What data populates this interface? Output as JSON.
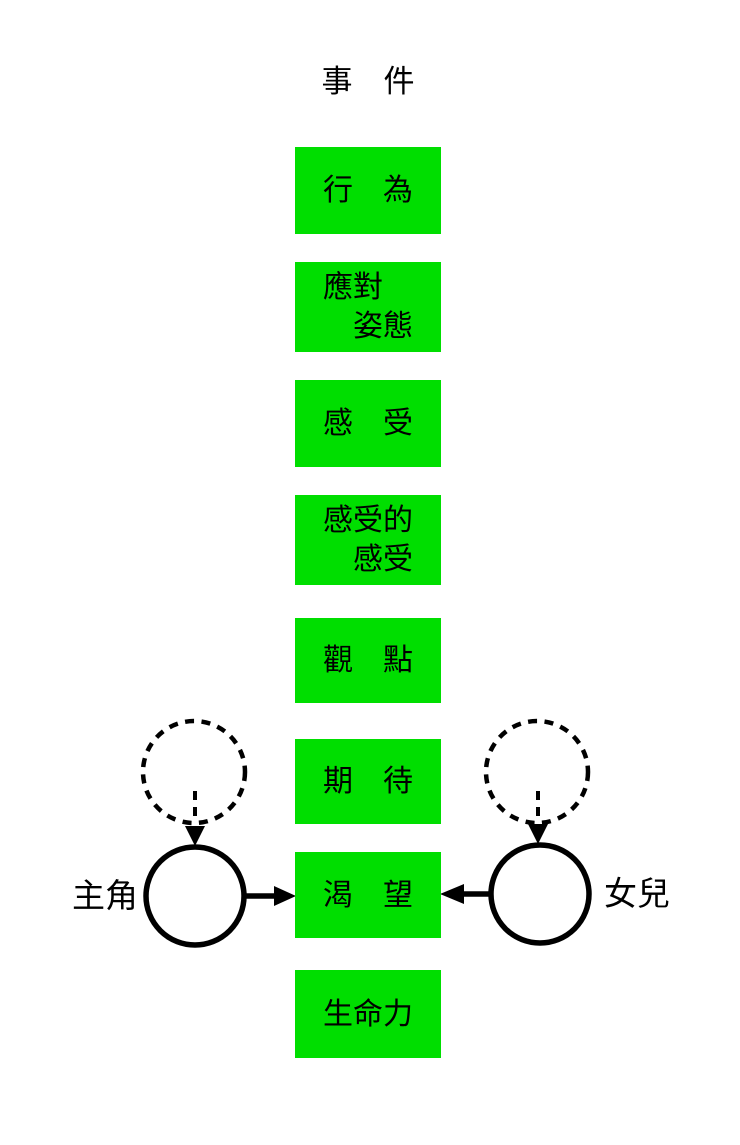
{
  "diagram": {
    "title": "事　件",
    "boxes": [
      {
        "id": "behavior",
        "label": "行　為"
      },
      {
        "id": "coping-stance",
        "label": "應對\n　姿態"
      },
      {
        "id": "feelings",
        "label": "感　受"
      },
      {
        "id": "feelings-about-feelings",
        "label": "感受的\n　感受"
      },
      {
        "id": "viewpoints",
        "label": "觀　點"
      },
      {
        "id": "expectations",
        "label": "期　待"
      },
      {
        "id": "yearnings",
        "label": "渴　望"
      },
      {
        "id": "life-force",
        "label": "生命力"
      }
    ],
    "actors": {
      "left": {
        "label": "主角"
      },
      "right": {
        "label": "女兒"
      }
    },
    "colors": {
      "box_green": "#00DE00",
      "line_black": "#000000",
      "background": "#FFFFFF"
    }
  }
}
